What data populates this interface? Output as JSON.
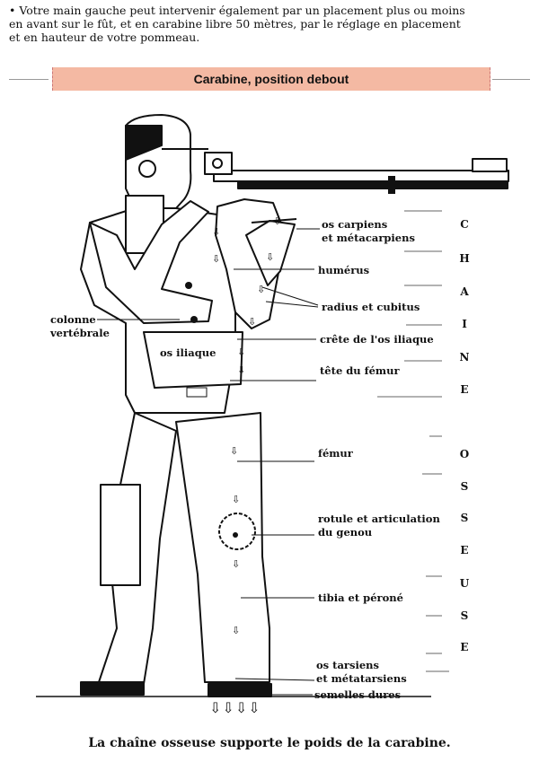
{
  "intro": {
    "line1": "• Votre main gauche peut intervenir également par un placement plus ou moins",
    "line2": "en avant sur le fût, et en carabine libre 50 mètres, par le réglage en placement",
    "line3": "et en hauteur de votre pommeau."
  },
  "banner_title": "Carabine, position debout",
  "labels": {
    "os_carpiens_1": "os carpiens",
    "os_carpiens_2": "et métacarpiens",
    "humerus": "humérus",
    "radius": "radius et cubitus",
    "colonne_1": "colonne",
    "colonne_2": "vertébrale",
    "os_iliaque": "os iliaque",
    "crete": "crête de l'os iliaque",
    "tete_femur": "tête du fémur",
    "femur": "fémur",
    "rotule_1": "rotule et articulation",
    "rotule_2": "du genou",
    "tibia": "tibia et péroné",
    "tarsiens_1": "os tarsiens",
    "tarsiens_2": "et métatarsiens",
    "semelles": "semelles dures"
  },
  "vertical_word": [
    "C",
    "H",
    "A",
    "I",
    "N",
    "E",
    "O",
    "S",
    "S",
    "E",
    "U",
    "S",
    "E"
  ],
  "bottom_arrows": "⇩⇩⇩⇩",
  "caption": "La chaîne osseuse supporte le poids de la carabine."
}
